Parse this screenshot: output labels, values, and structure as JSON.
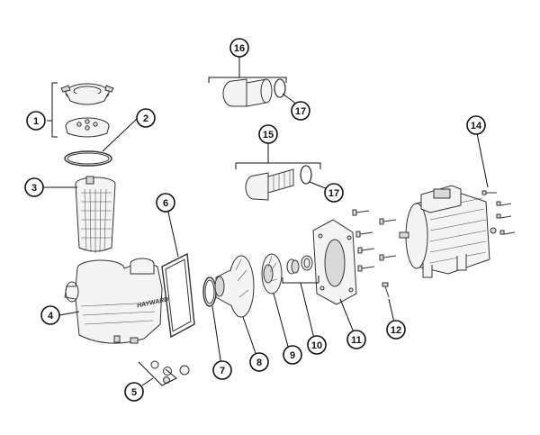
{
  "diagram": {
    "brand_mark": "HAYWARD",
    "callouts": [
      "1",
      "2",
      "3",
      "4",
      "5",
      "6",
      "7",
      "8",
      "9",
      "10",
      "11",
      "12",
      "14",
      "15",
      "16",
      "17",
      "17"
    ]
  }
}
